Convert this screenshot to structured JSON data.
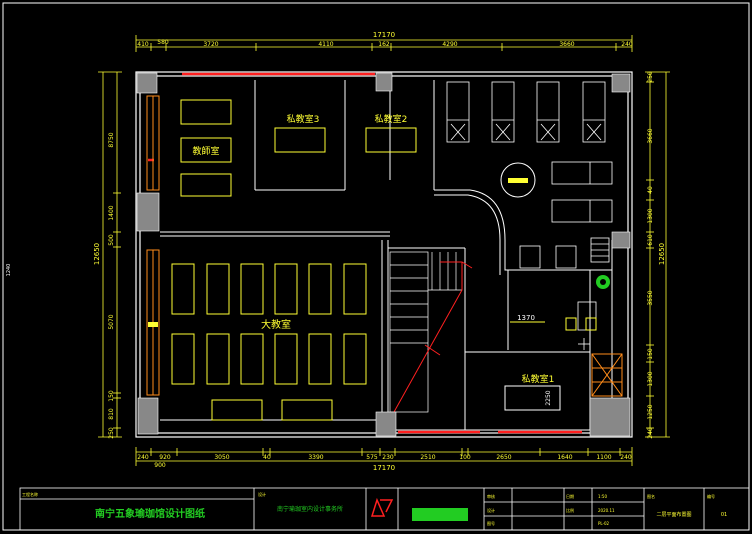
{
  "dimensions": {
    "top_total": "17170",
    "top": [
      "410",
      "580",
      "3720",
      "4110",
      "162",
      "4290",
      "3660",
      "240"
    ],
    "bottom_total": "17170",
    "bottom": [
      "240",
      "920",
      "3050",
      "40",
      "3390",
      "575",
      "230",
      "2510",
      "100",
      "2650",
      "1640",
      "1100",
      "240"
    ],
    "bottom_extra": "900",
    "left_total": "12650",
    "left": [
      "8750",
      "1400",
      "500",
      "5070",
      "150",
      "810",
      "250"
    ],
    "right_total": "12650",
    "right": [
      "250",
      "3660",
      "40",
      "1300",
      "610",
      "3550",
      "150",
      "1300",
      "1250",
      "240"
    ],
    "inner": "1370",
    "side_mark": "1240"
  },
  "rooms": {
    "office": "教師室",
    "private3": "私教室3",
    "private2": "私教室2",
    "large": "大教室",
    "private1": "私教室1",
    "private1_dim": "2250"
  },
  "title_block": {
    "project_title": "南宁五象瑜珈馆设计图纸",
    "designer": "南宁瑜珈室内设计事务所",
    "drawing_name": "二层平面布置图",
    "labels": [
      "工程名称",
      "设计",
      "审核",
      "设计",
      "图号",
      "日期",
      "比例",
      "图名",
      "编号"
    ],
    "values": [
      "1:50",
      "2020.11",
      "PL-02",
      "01"
    ]
  },
  "colors": {
    "wall": "#ffffff",
    "furniture": "#ffff33",
    "dimension": "#ffff33",
    "accent": "#ff2020",
    "column": "#888888",
    "orange": "#ff8c1a",
    "green": "#22cc22",
    "border": "#ffffff"
  },
  "icons": {
    "logo": "company-logo-icon",
    "plant": "plant-icon"
  }
}
